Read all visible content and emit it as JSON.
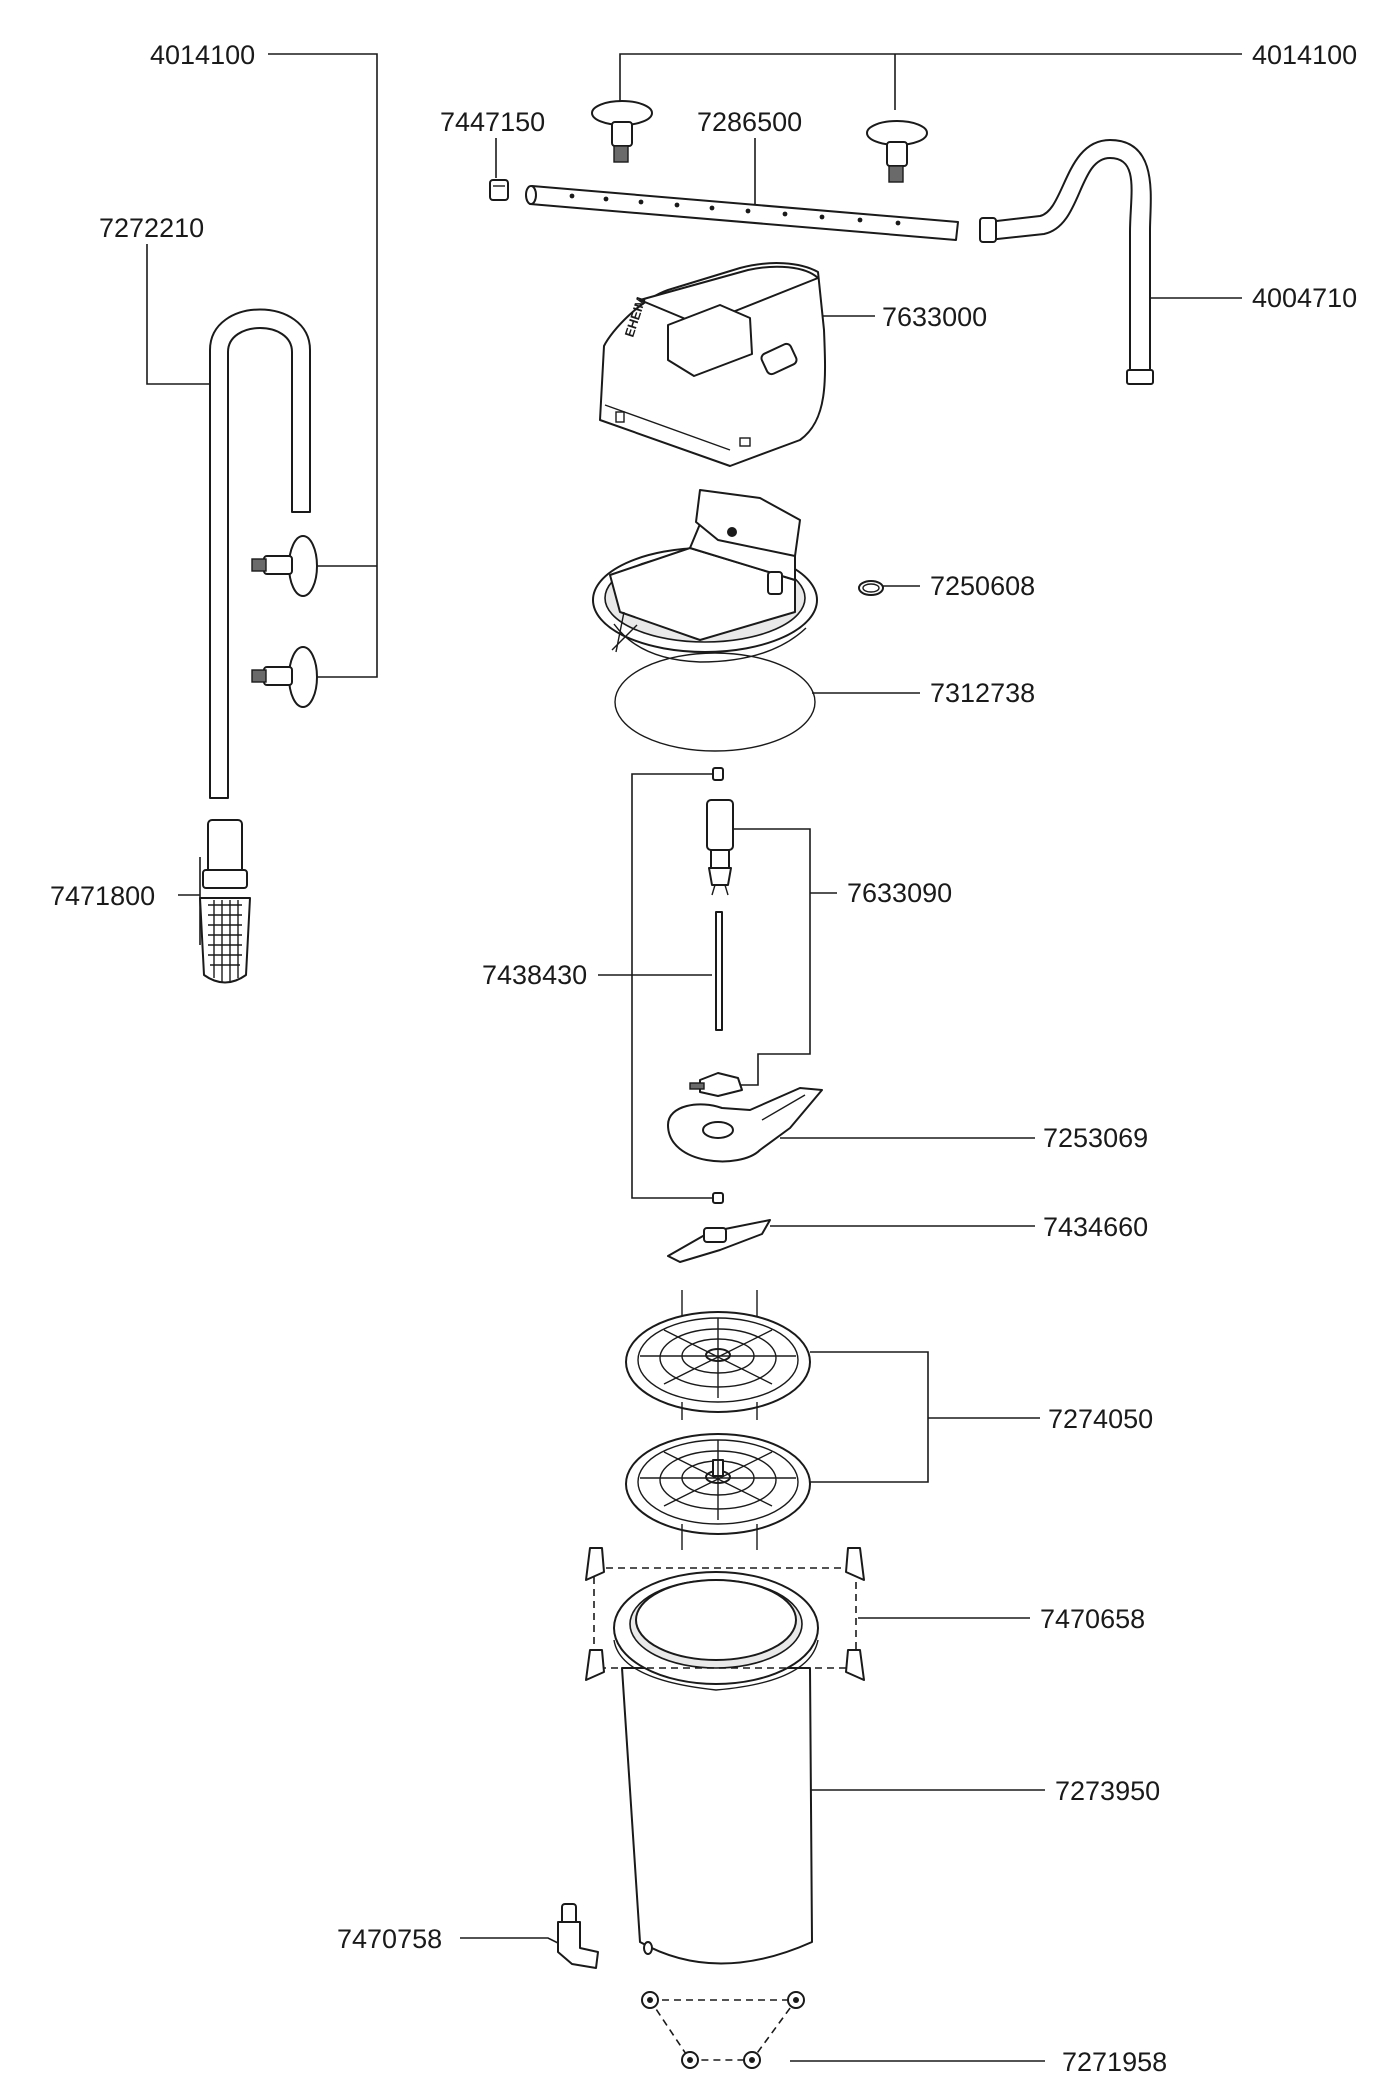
{
  "diagram": {
    "labels": {
      "suction_cups_left": "4014100",
      "suction_cups_top": "4014100",
      "intake_pipe": "7272210",
      "plug": "7447150",
      "spray_bar": "7286500",
      "outlet_bend": "4004710",
      "pump_cover": "7633000",
      "o_ring_small": "7250608",
      "sealing_ring": "7312738",
      "intake_strainer": "7471800",
      "impeller_set": "7633090",
      "shaft": "7438430",
      "impeller_cover": "7253069",
      "impeller_holder": "7434660",
      "filter_plates": "7274050",
      "clips": "7470658",
      "canister": "7273950",
      "elbow_connector": "7470758",
      "rubber_feet": "7271958"
    },
    "logo_text": "EHEIM"
  }
}
